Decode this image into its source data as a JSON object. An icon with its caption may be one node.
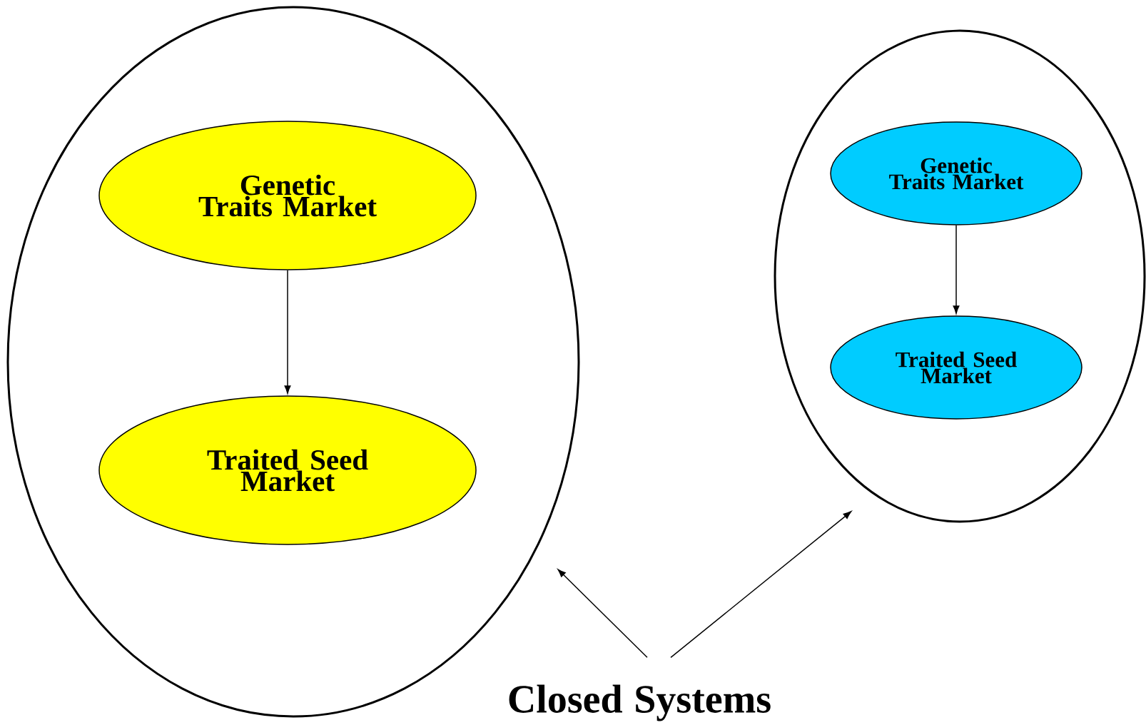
{
  "diagram": {
    "nodes": [
      {
        "text": [],
        "shape": "ellipse"
      },
      {
        "text": [
          "Genetic Traits Market"
        ],
        "in": 0
      },
      {
        "text": [
          "Traited Seed Market"
        ],
        "in": 0
      },
      {
        "text": [],
        "shape": "ellipse"
      },
      {
        "text": [
          "Genetic Traits Market"
        ],
        "in": 3
      },
      {
        "text": [
          "Traited Seed Market"
        ],
        "in": 3
      },
      {
        "text": [
          "Closed Systems"
        ]
      }
    ],
    "edges": [
      {
        "from": 1,
        "to": 2,
        "arrow": "to"
      },
      {
        "from": 4,
        "to": 5,
        "arrow": "to"
      },
      {
        "from": 6,
        "to": 0,
        "arrow": "to"
      },
      {
        "from": 6,
        "to": 3,
        "arrow": "to"
      }
    ]
  }
}
